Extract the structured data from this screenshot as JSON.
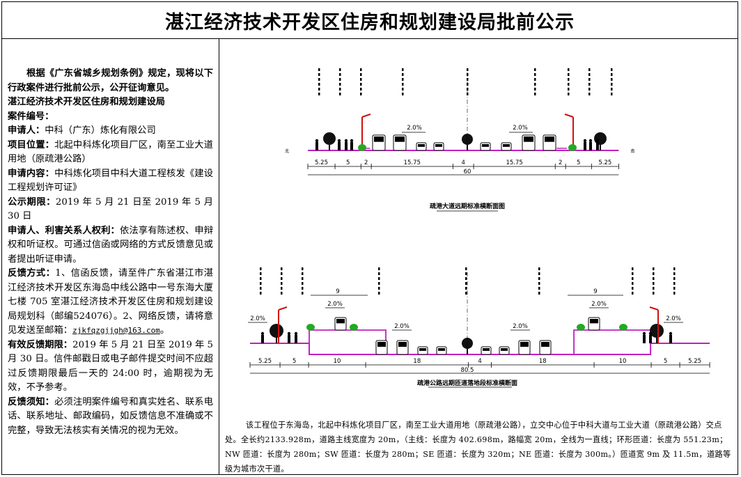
{
  "title": "湛江经济技术开发区住房和规划建设局批前公示",
  "left": {
    "intro": "根据《广东省城乡规划条例》规定，现将以下行政案件进行批前公示，公开征询意见。",
    "org": "湛江经济技术开发区住房和规划建设局",
    "case_no_label": "案件编号：",
    "applicant_label": "申请人：",
    "applicant": "中科（广东）炼化有限公司",
    "location_label": "项目位置：",
    "location": "北起中科炼化项目厂区，南至工业大道用地（原疏港公路）",
    "content_label": "申请内容：",
    "content": "中科炼化项目中科大道工程核发《建设工程规划许可证》",
    "period_label": "公示期限：",
    "period": "2019 年 5 月 21 日至 2019 年 5 月 30 日",
    "rights_label": "申请人、利害关系人权利：",
    "rights": "依法享有陈述权、申辩权和听证权。可通过信函或网络的方式反馈意见或者提出听证申请。",
    "feedback_label": "反馈方式：",
    "feedback": "1、信函反馈，请至件广东省湛江市湛江经济技术开发区东海岛中线公路中一号东海大厦七楼 705 室湛江经济技术开发区住房和规划建设局规划科（邮编524076）。2、网络反馈，请将意见发送至邮箱：",
    "email": "zjkfqzgjjgh@163.com",
    "email_tail": "。",
    "valid_label": "有效反馈期限：",
    "valid": "2019 年 5 月 21 日至 2019 年 5 月 30 日。信件邮戳日或电子邮件提交时间不应超过反馈期限最后一天的 24:00 时，逾期视为无效，不予参考。",
    "notice_label": "反馈须知：",
    "notice": "必须注明案件编号和真实姓名、联系电话、联系地址、邮政编码，如反馈信息不准确或不完整，导致无法核实有关情况的视为无效。"
  },
  "drawing1": {
    "caption": "疏港大道远期标准横断面图",
    "dims": [
      "5.25",
      "5",
      "2",
      "15.75",
      "4",
      "15.75",
      "2",
      "5",
      "5.25"
    ],
    "total": "60",
    "slopes": [
      "2.0%",
      "2.0%"
    ],
    "north": "北",
    "south": "南"
  },
  "drawing2": {
    "caption": "疏港公路远期匝道落地段标准横断面",
    "dims": [
      "5.25",
      "5",
      "10",
      "18",
      "4",
      "18",
      "10",
      "5",
      "5.25"
    ],
    "total": "80.5",
    "ramp": [
      "9",
      "9"
    ],
    "slopes": [
      "2.0%",
      "2.0%",
      "2.0%",
      "2.0%",
      "2.0%",
      "2.0%"
    ]
  },
  "description": "该工程位于东海岛，北起中科炼化项目厂区，南至工业大道用地（原疏港公路），立交中心位于中科大道与工业大道（原疏港公路）交点处。全长约2133.928m，道路主线宽度为 20m，（主线：长度为 402.698m，路幅宽 20m，全线为一直线；环形匝道：长度为 551.23m；NW 匝道：长度为 280m；SW 匝道：长度为 280m；SE 匝道：长度为 320m；NE 匝道：长度为 300m。）匝道宽 9m 及 11.5m，道路等级为城市次干道。",
  "colors": {
    "road": "#c020c0",
    "tree": "#111111",
    "grass": "#22aa22",
    "pole": "#d01010"
  }
}
